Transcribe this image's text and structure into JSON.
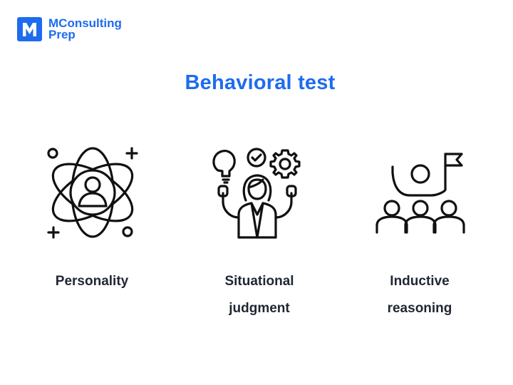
{
  "brand": {
    "line1": "MConsulting",
    "line2": "Prep",
    "accent": "#1e6bf0",
    "logo_icon": "m-logo-icon"
  },
  "title": "Behavioral test",
  "items": [
    {
      "icon": "atom-person-icon",
      "label_lines": [
        "Personality"
      ]
    },
    {
      "icon": "person-with-lightbulb-check-gear-icon",
      "label_lines": [
        "Situational",
        "judgment"
      ]
    },
    {
      "icon": "group-with-flag-icon",
      "label_lines": [
        "Inductive",
        "reasoning"
      ]
    }
  ],
  "colors": {
    "text": "#1f2733",
    "icon_stroke": "#111111"
  }
}
